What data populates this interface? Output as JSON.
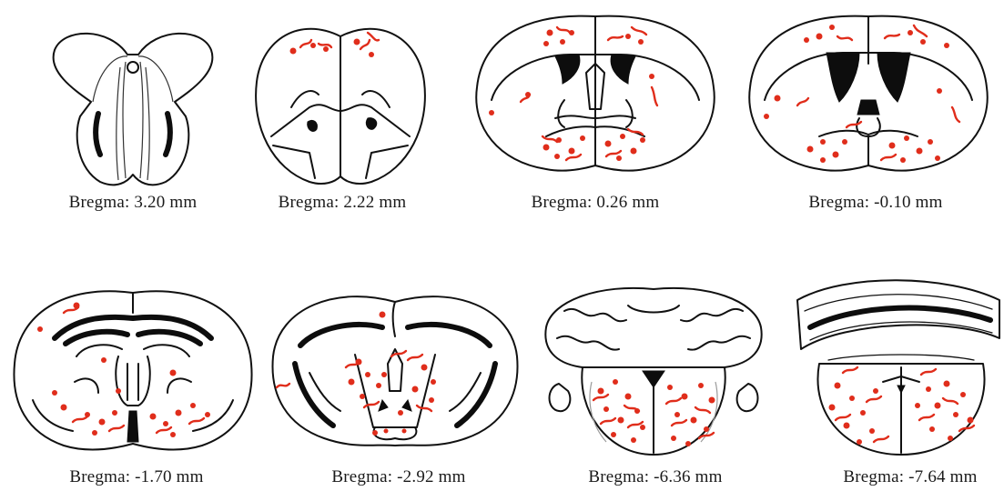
{
  "figure": {
    "accent_color": "#e02d1b",
    "outline_color": "#111111",
    "panels": [
      {
        "caption": "Bregma: 3.20 mm"
      },
      {
        "caption": "Bregma: 2.22 mm"
      },
      {
        "caption": "Bregma: 0.26 mm"
      },
      {
        "caption": "Bregma: -0.10 mm"
      },
      {
        "caption": "Bregma: -1.70 mm"
      },
      {
        "caption": "Bregma: -2.92 mm"
      },
      {
        "caption": "Bregma: -6.36 mm"
      },
      {
        "caption": "Bregma: -7.64 mm"
      }
    ]
  }
}
